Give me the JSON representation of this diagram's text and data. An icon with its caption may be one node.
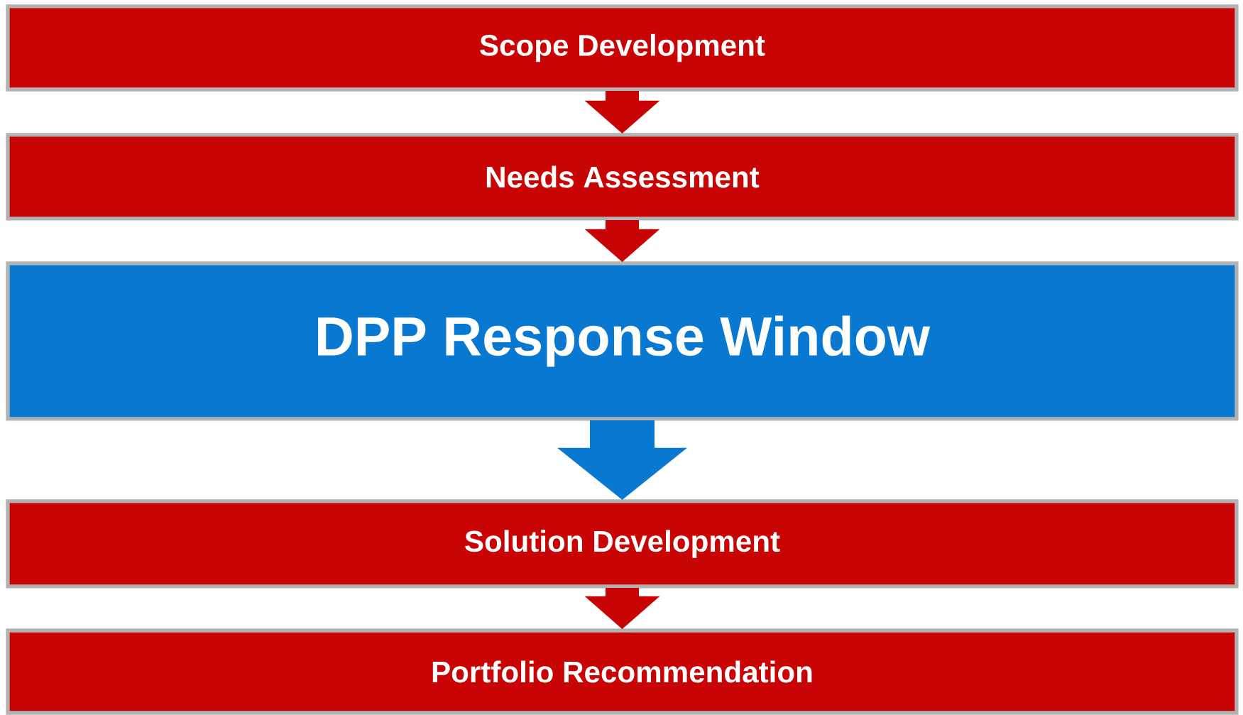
{
  "diagram": {
    "nodes": [
      {
        "text": [
          "Scope Development"
        ]
      },
      {
        "text": [
          "Needs Assessment"
        ]
      },
      {
        "text": [
          "DPP Response Window"
        ]
      },
      {
        "text": [
          "Solution Development"
        ]
      },
      {
        "text": [
          "Portfolio Recommendation"
        ]
      }
    ],
    "edges": [
      {
        "from": 0,
        "to": 1,
        "arrow": "to"
      },
      {
        "from": 1,
        "to": 2,
        "arrow": "to"
      },
      {
        "from": 2,
        "to": 3,
        "arrow": "to",
        "style": "thick",
        "color": "#0878d0"
      },
      {
        "from": 3,
        "to": 4,
        "arrow": "to"
      }
    ]
  }
}
